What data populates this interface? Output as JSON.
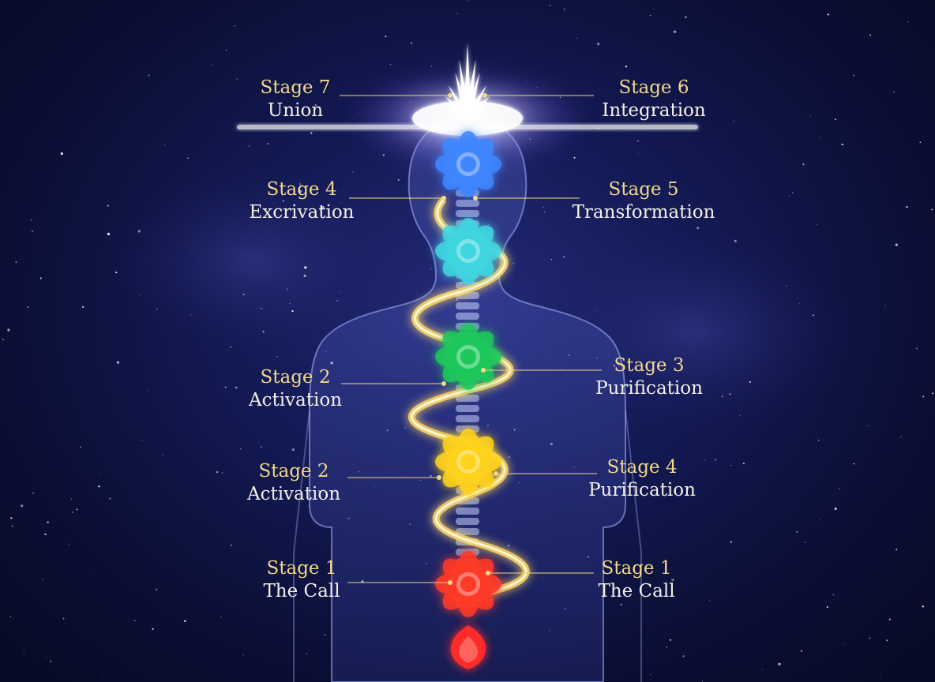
{
  "colors": {
    "gold": "#f3d98a",
    "crown": "#3f86ff",
    "third_eye": "#3fd6e0",
    "heart": "#1fc85a",
    "solar_plexus": "#ffd21a",
    "sacral": "#ff3a28",
    "root": "#ff2a2a"
  },
  "chakras": [
    {
      "name": "crown-chakra-icon",
      "color": "#3f86ff"
    },
    {
      "name": "third-eye-chakra-icon",
      "color": "#3fd6e0"
    },
    {
      "name": "heart-chakra-icon",
      "color": "#1fc85a"
    },
    {
      "name": "solar-plexus-chakra-icon",
      "color": "#ffd21a"
    },
    {
      "name": "sacral-chakra-icon",
      "color": "#ff3a28"
    },
    {
      "name": "root-chakra-icon",
      "color": "#ff2a2a"
    }
  ],
  "labels": [
    {
      "stage": "Stage 7",
      "name": "Union"
    },
    {
      "stage": "Stage 6",
      "name": "Integration"
    },
    {
      "stage": "Stage 4",
      "name": "Excrivation"
    },
    {
      "stage": "Stage 5",
      "name": "Transformation"
    },
    {
      "stage": "Stage 2",
      "name": "Activation"
    },
    {
      "stage": "Stage 3",
      "name": "Purification"
    },
    {
      "stage": "Stage 2",
      "name": "Activation"
    },
    {
      "stage": "Stage 4",
      "name": "Purification"
    },
    {
      "stage": "Stage 1",
      "name": "The Call"
    },
    {
      "stage": "Stage 1",
      "name": "The Call"
    }
  ]
}
